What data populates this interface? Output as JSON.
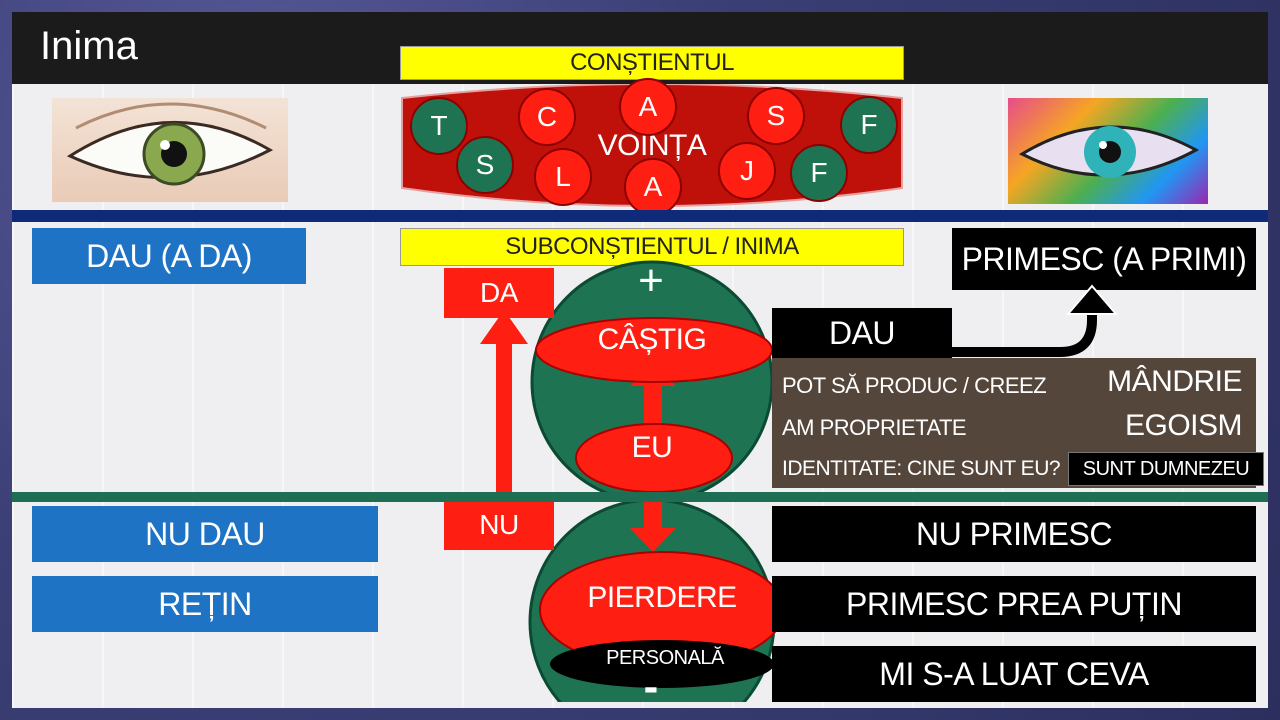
{
  "title": "Inima",
  "top_label": "CONȘTIENTUL",
  "center_label": "VOINȚA",
  "letters": [
    {
      "t": "T",
      "c": "green"
    },
    {
      "t": "C",
      "c": "red"
    },
    {
      "t": "A",
      "c": "red"
    },
    {
      "t": "S",
      "c": "red"
    },
    {
      "t": "F",
      "c": "green"
    },
    {
      "t": "S",
      "c": "green"
    },
    {
      "t": "L",
      "c": "red"
    },
    {
      "t": "A",
      "c": "red"
    },
    {
      "t": "J",
      "c": "red"
    },
    {
      "t": "F",
      "c": "green"
    }
  ],
  "sub_label": "SUBCONȘTIENTUL / INIMA",
  "left": {
    "dau": "DAU (A DA)",
    "nu_dau": "NU DAU",
    "retin": "REȚIN"
  },
  "middle": {
    "da": "DA",
    "nu": "NU",
    "plus": "+",
    "castig": "CÂȘTIG",
    "eu": "EU",
    "pierdere": "PIERDERE",
    "personala": "PERSONALĂ",
    "minus": "-"
  },
  "right": {
    "primesc": "PRIMESC (A PRIMI)",
    "dau": "DAU",
    "rows": [
      {
        "left": "POT SĂ PRODUC / CREEZ",
        "right": "MÂNDRIE"
      },
      {
        "left": "AM PROPRIETATE",
        "right": "EGOISM"
      }
    ],
    "identitate": "IDENTITATE: CINE SUNT EU?",
    "sunt": "SUNT DUMNEZEU",
    "nu_primesc": "NU PRIMESC",
    "primesc_putin": "PRIMESC PREA PUȚIN",
    "luat": "MI S-A LUAT CEVA"
  },
  "colors": {
    "red": "#ff1f12",
    "green": "#1e7452",
    "blue": "#1f73c4",
    "yellow": "#ffff00",
    "dark_red": "#c0100a"
  }
}
